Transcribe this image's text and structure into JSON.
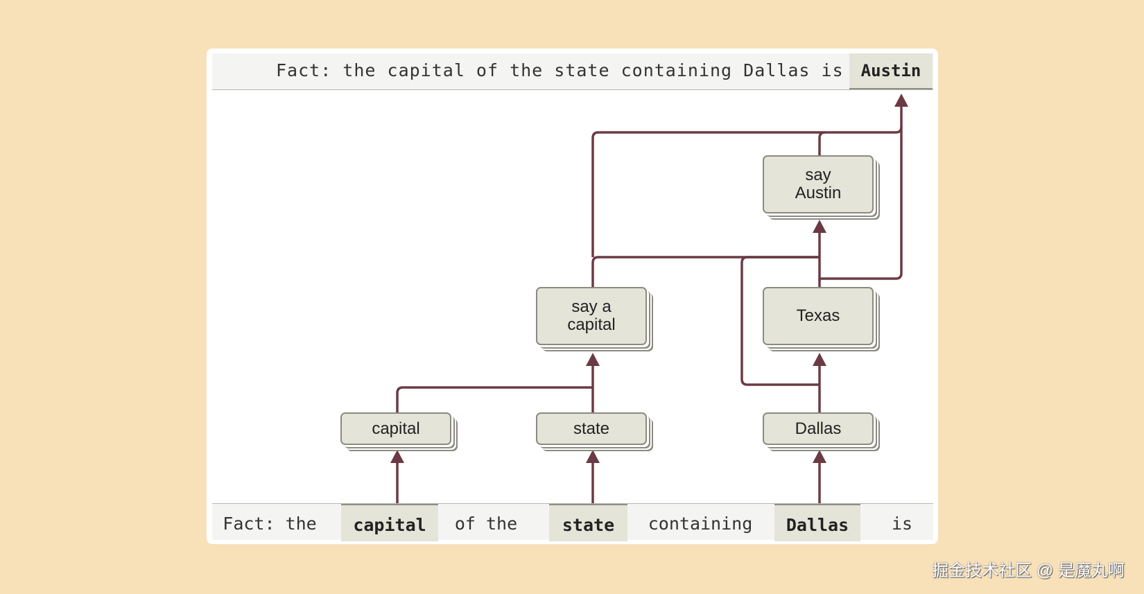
{
  "prompt_top": {
    "text": "Fact: the capital of the state containing Dallas is",
    "answer": "Austin"
  },
  "prompt_bottom": {
    "tokens": [
      {
        "text": "Fact: the",
        "highlight": false
      },
      {
        "text": "capital",
        "highlight": true
      },
      {
        "text": "of the",
        "highlight": false
      },
      {
        "text": "state",
        "highlight": true
      },
      {
        "text": "containing",
        "highlight": false
      },
      {
        "text": "Dallas",
        "highlight": true
      },
      {
        "text": "is",
        "highlight": false
      }
    ]
  },
  "nodes": {
    "capital": "capital",
    "state": "state",
    "dallas": "Dallas",
    "say_a_capital": "say a\ncapital",
    "texas": "Texas",
    "say_austin": "say\nAustin"
  },
  "edges": [
    {
      "from": "token-capital",
      "to": "capital"
    },
    {
      "from": "token-state",
      "to": "state"
    },
    {
      "from": "token-dallas",
      "to": "dallas"
    },
    {
      "from": "capital",
      "to": "say_a_capital"
    },
    {
      "from": "state",
      "to": "say_a_capital"
    },
    {
      "from": "dallas",
      "to": "texas"
    },
    {
      "from": "dallas",
      "to": "say_austin"
    },
    {
      "from": "texas",
      "to": "say_austin"
    },
    {
      "from": "say_a_capital",
      "to": "say_austin"
    },
    {
      "from": "texas",
      "to": "answer"
    },
    {
      "from": "say_a_capital",
      "to": "answer"
    },
    {
      "from": "say_austin",
      "to": "answer"
    }
  ],
  "colors": {
    "background": "#f8e0b8",
    "edge": "#6b3a44",
    "node_fill": "#e4e4d8",
    "node_border": "#8a8a80"
  },
  "watermark": "掘金技术社区 @ 是魔丸啊"
}
